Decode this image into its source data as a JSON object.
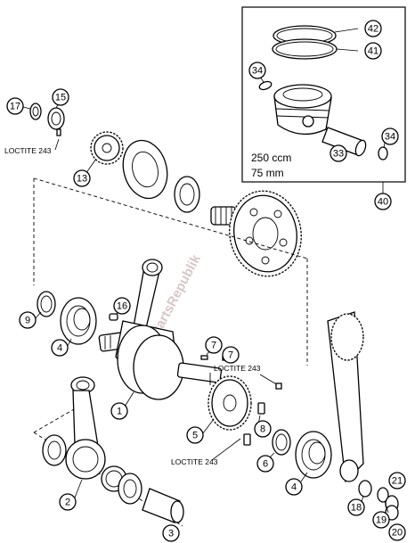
{
  "diagram": {
    "callouts": [
      {
        "id": "c42",
        "label": "42"
      },
      {
        "id": "c41",
        "label": "41"
      },
      {
        "id": "c34a",
        "label": "34"
      },
      {
        "id": "c34b",
        "label": "34"
      },
      {
        "id": "c33",
        "label": "33"
      },
      {
        "id": "c40",
        "label": "40"
      },
      {
        "id": "c17",
        "label": "17"
      },
      {
        "id": "c15",
        "label": "15"
      },
      {
        "id": "c13",
        "label": "13"
      },
      {
        "id": "c9",
        "label": "9"
      },
      {
        "id": "c4a",
        "label": "4"
      },
      {
        "id": "c16",
        "label": "16"
      },
      {
        "id": "c7a",
        "label": "7"
      },
      {
        "id": "c7b",
        "label": "7"
      },
      {
        "id": "c1",
        "label": "1"
      },
      {
        "id": "c5",
        "label": "5"
      },
      {
        "id": "c8",
        "label": "8"
      },
      {
        "id": "c6",
        "label": "6"
      },
      {
        "id": "c4b",
        "label": "4"
      },
      {
        "id": "c2",
        "label": "2"
      },
      {
        "id": "c3",
        "label": "3"
      },
      {
        "id": "c18",
        "label": "18"
      },
      {
        "id": "c19",
        "label": "19"
      },
      {
        "id": "c21",
        "label": "21"
      },
      {
        "id": "c20",
        "label": "20"
      }
    ],
    "notes": {
      "loctite_top": "LOCTITE 243",
      "loctite_mid": "LOCTITE 243",
      "loctite_bottom": "LOCTITE 243"
    },
    "piston_spec": {
      "displacement": "250 ccm",
      "bore": "75 mm"
    },
    "watermark": "PartsRepublik"
  }
}
